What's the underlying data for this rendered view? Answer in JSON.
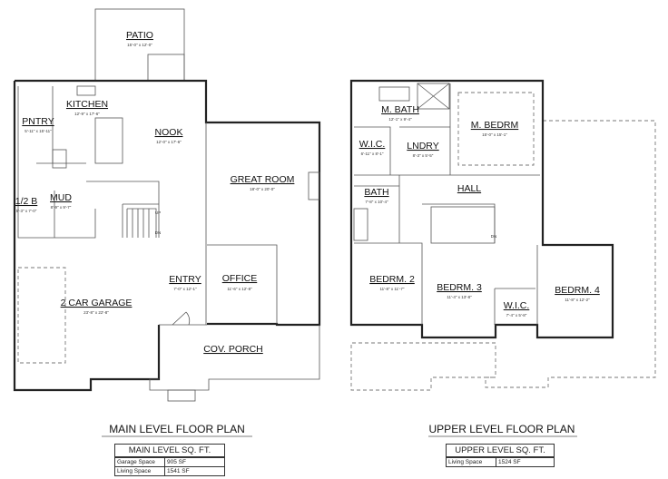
{
  "main_plan": {
    "title": "MAIN LEVEL FLOOR PLAN",
    "rooms": [
      {
        "name": "PATIO",
        "dims": "15'-0\" x 12'-0\""
      },
      {
        "name": "KITCHEN",
        "dims": "12'-9\" x 17'-6\""
      },
      {
        "name": "PNTRY",
        "dims": "5'-11\" x 15'-11\""
      },
      {
        "name": "NOOK",
        "dims": "12'-0\" x 17'-6\""
      },
      {
        "name": "GREAT ROOM",
        "dims": "18'-0\" x 20'-0\""
      },
      {
        "name": "1/2 B",
        "dims": "5'-3\" x 7'-0\""
      },
      {
        "name": "MUD",
        "dims": "8'-9\" x 9'-7\""
      },
      {
        "name": "ENTRY",
        "dims": "7'-0\" x 12'-1\""
      },
      {
        "name": "OFFICE",
        "dims": "11'-6\" x 12'-8\""
      },
      {
        "name": "2 CAR GARAGE",
        "dims": "23'-8\" x 22'-8\""
      },
      {
        "name": "COV. PORCH",
        "dims": ""
      }
    ],
    "notes": {
      "up": "UP",
      "dn": "DN"
    },
    "sqft_table": {
      "header": "MAIN LEVEL SQ. FT.",
      "rows": [
        {
          "label": "Garage Space",
          "value": "905 SF"
        },
        {
          "label": "Living Space",
          "value": "1541 SF"
        }
      ]
    }
  },
  "upper_plan": {
    "title": "UPPER LEVEL FLOOR PLAN",
    "rooms": [
      {
        "name": "M. BATH",
        "dims": "12'-1\" x 9'-4\""
      },
      {
        "name": "M. BEDRM",
        "dims": "15'-0\" x 15'-1\""
      },
      {
        "name": "W.I.C.",
        "dims": "6'-11\" x 8'-1\""
      },
      {
        "name": "LNDRY",
        "dims": "8'-3\" x 5'-5\""
      },
      {
        "name": "BATH",
        "dims": "7'-8\" x 10'-4\""
      },
      {
        "name": "HALL",
        "dims": ""
      },
      {
        "name": "BEDRM. 2",
        "dims": "11'-8\" x 11'-7\""
      },
      {
        "name": "BEDRM. 3",
        "dims": "11'-4\" x 13'-8\""
      },
      {
        "name": "W.I.C.",
        "dims": "7'-4\" x 5'-8\""
      },
      {
        "name": "BEDRM. 4",
        "dims": "11'-8\" x 12'-2\""
      }
    ],
    "notes": {
      "dn": "DN"
    },
    "sqft_table": {
      "header": "UPPER LEVEL SQ. FT.",
      "rows": [
        {
          "label": "Living Space",
          "value": "1524 SF"
        }
      ]
    }
  }
}
